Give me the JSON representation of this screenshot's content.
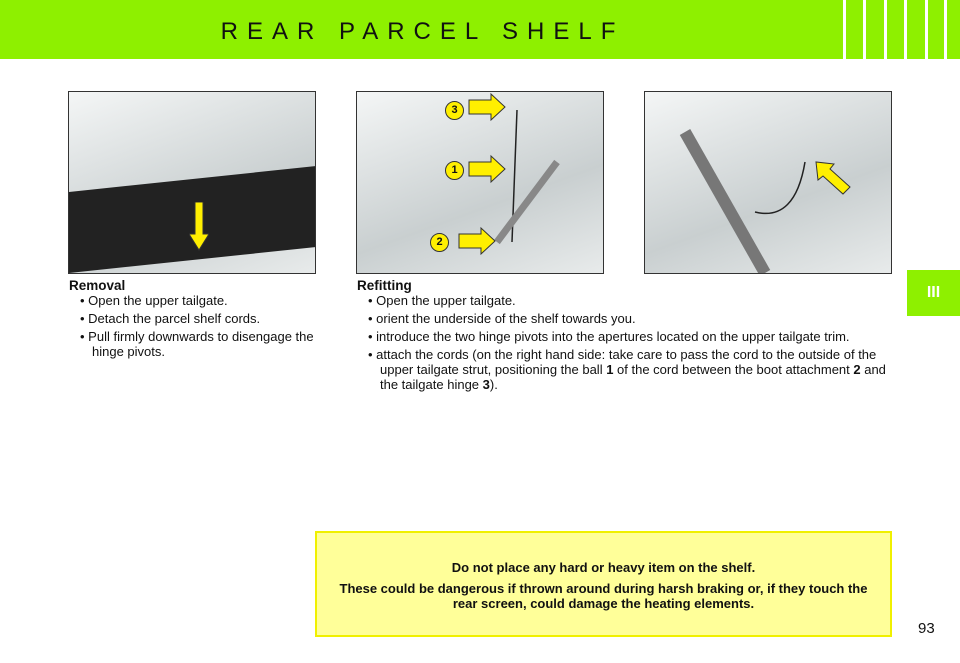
{
  "header": {
    "title": "REAR PARCEL SHELF"
  },
  "side_tab": "III",
  "removal": {
    "heading": "Removal",
    "items": [
      "Open the upper tailgate.",
      "Detach the parcel shelf cords.",
      "Pull firmly downwards to disengage the hinge pivots."
    ]
  },
  "refitting": {
    "heading": "Refitting",
    "items": [
      "Open the upper tailgate.",
      "orient the underside of the shelf towards you.",
      "introduce the two hinge pivots into the apertures located on the upper tailgate trim."
    ],
    "item4": {
      "a": "attach the cords (on the right hand side: take care to pass the cord to the outside of the upper tailgate strut, positioning the ball ",
      "b": "1",
      "c": " of the cord between the boot attachment ",
      "d": "2",
      "e": " and the tailgate hinge ",
      "f": "3",
      "g": ")."
    }
  },
  "photo_labels": [
    "3",
    "1",
    "2"
  ],
  "warning": {
    "line1": "Do not place any hard or heavy item on the shelf.",
    "line2": "These could be dangerous if thrown around during harsh braking or, if they touch the rear screen, could damage the heating elements."
  },
  "page_number": "93"
}
